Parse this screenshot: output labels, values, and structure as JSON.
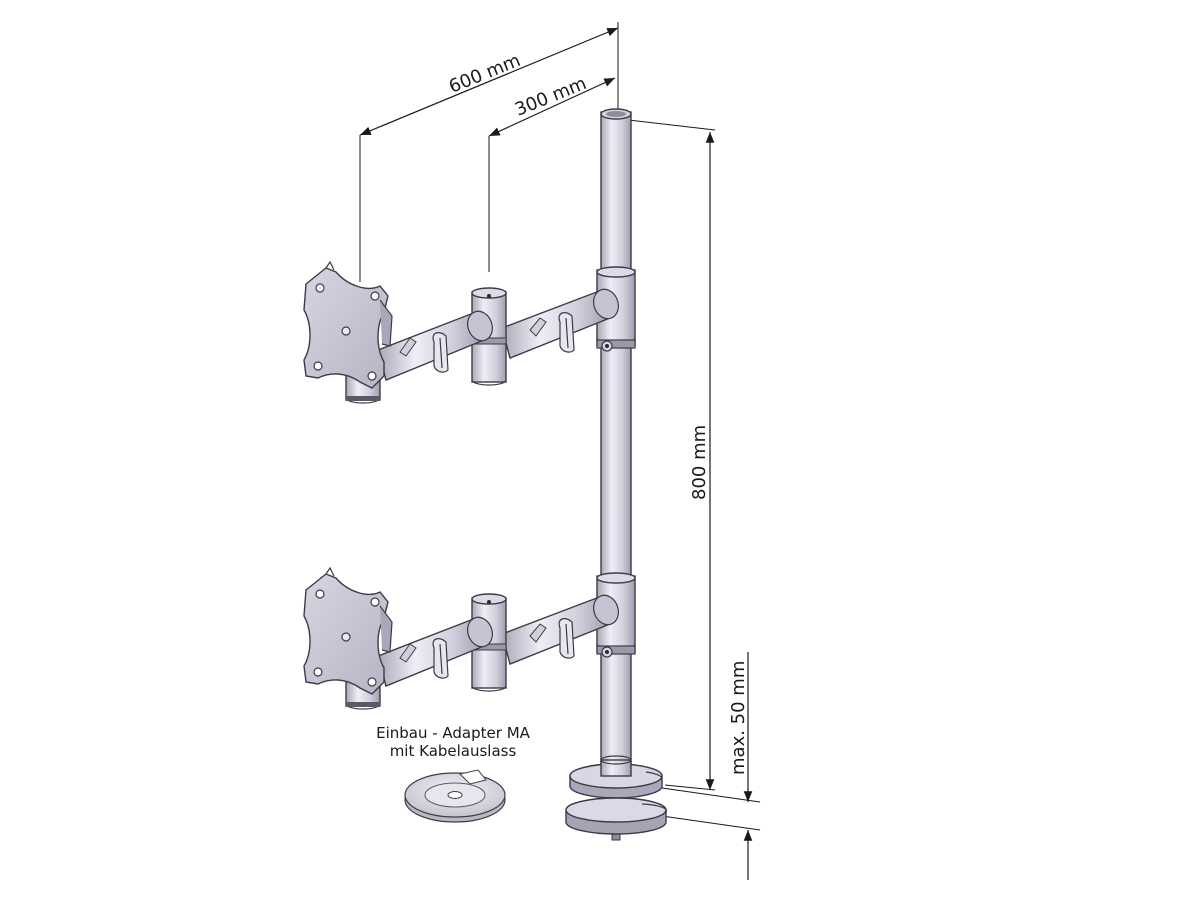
{
  "dimensions": {
    "arm_reach_long": "600 mm",
    "arm_reach_short": "300 mm",
    "pole_height": "800 mm",
    "clamp_thickness": "max. 50 mm"
  },
  "adapter_note": {
    "line1": "Einbau - Adapter MA",
    "line2": "mit Kabelauslass"
  },
  "colors": {
    "metal_light": "#e4e4ee",
    "metal_mid": "#b8b8c8",
    "outline": "#3c3c46",
    "text": "#1a1a1a"
  }
}
